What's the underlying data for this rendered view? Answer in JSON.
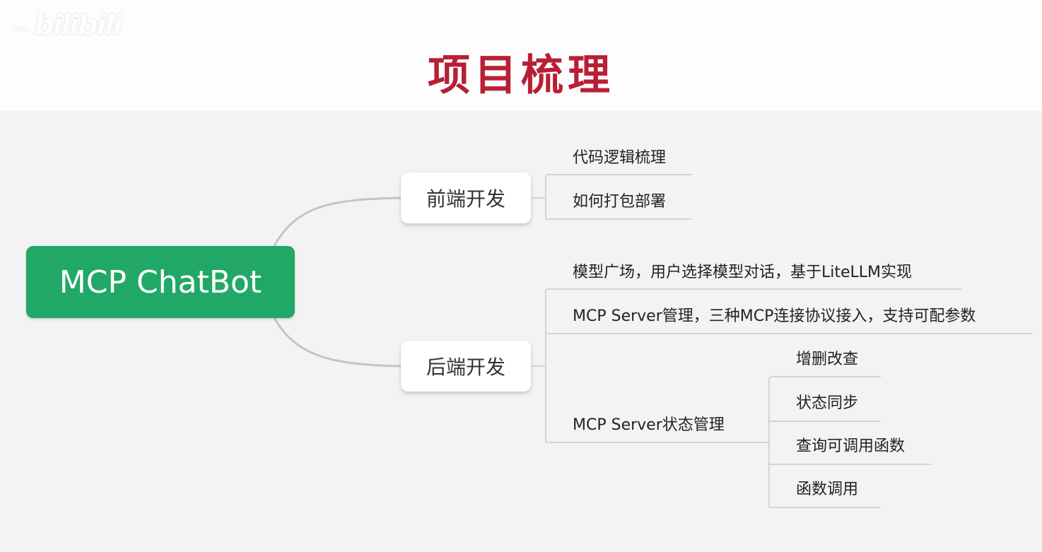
{
  "title": "项目梳理",
  "watermark": {
    "channel": "...",
    "logo": "bilibili"
  },
  "mindmap": {
    "root": "MCP ChatBot",
    "frontend": {
      "label": "前端开发",
      "items": [
        "代码逻辑梳理",
        "如何打包部署"
      ]
    },
    "backend": {
      "label": "后端开发",
      "items": [
        "模型广场，用户选择模型对话，基于LiteLLM实现",
        "MCP Server管理，三种MCP连接协议接入，支持可配参数",
        "MCP Server状态管理"
      ],
      "state_items": [
        "增删改查",
        "状态同步",
        "查询可调用函数",
        "函数调用"
      ]
    }
  },
  "colors": {
    "title": "#b81f35",
    "root": "#22a866",
    "line": "#c4c4c4"
  }
}
